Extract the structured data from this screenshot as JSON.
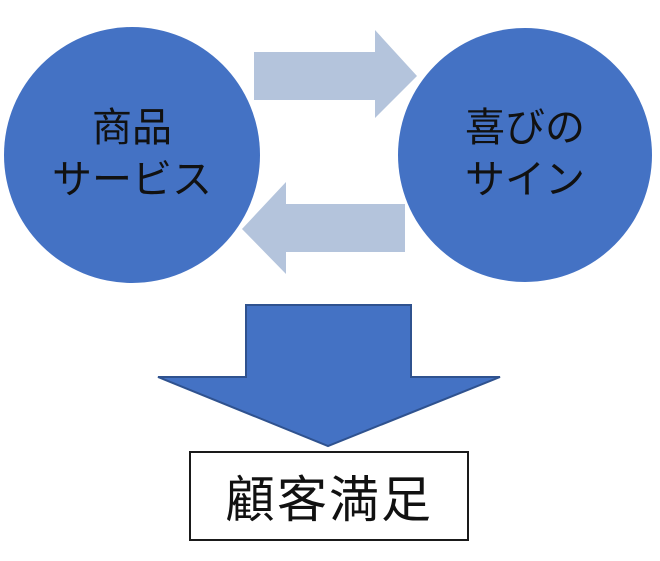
{
  "nodes": {
    "product": {
      "lines": [
        "商品",
        "サービス"
      ]
    },
    "joy": {
      "lines": [
        "喜びの",
        "サイン"
      ]
    }
  },
  "result": {
    "label": "顧客満足"
  },
  "colors": {
    "circle_fill": "#4472C4",
    "side_arrow_fill": "#B4C4DC",
    "down_arrow_fill": "#4472C4",
    "down_arrow_stroke": "#2F528F",
    "text": "#111111",
    "box_border": "#1a1a1a"
  }
}
